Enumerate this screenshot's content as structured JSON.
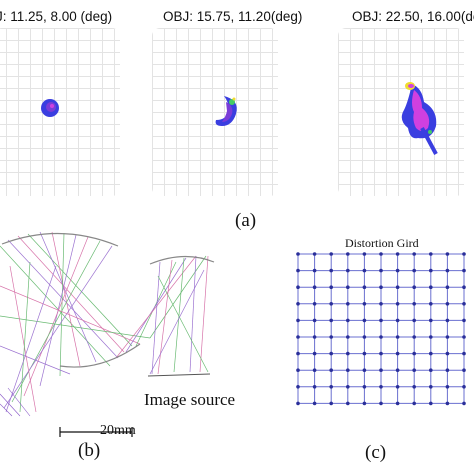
{
  "figure": {
    "panel_a": {
      "label": "(a)",
      "spot_titles": [
        "J: 11.25, 8.00 (deg)",
        "OBJ: 15.75, 11.20(deg)",
        "OBJ: 22.50, 16.00(de"
      ]
    },
    "panel_b": {
      "label": "(b)",
      "image_source_label": "Image source",
      "scale_bar_label": "20mm"
    },
    "panel_c": {
      "label": "(c)",
      "title": "Distortion Gird"
    },
    "colors": {
      "spot_blue": "#3a3ee0",
      "spot_purple": "#7a3cd8",
      "spot_magenta": "#d040e0",
      "spot_green": "#44cc66",
      "spot_yellow": "#f0dc30",
      "grid_line": "#6a6fd0",
      "grid_node": "#2a2f9a",
      "ray_green": "#4fae5a",
      "ray_purple": "#8a5ac8",
      "ray_pink": "#d05a9a"
    }
  }
}
